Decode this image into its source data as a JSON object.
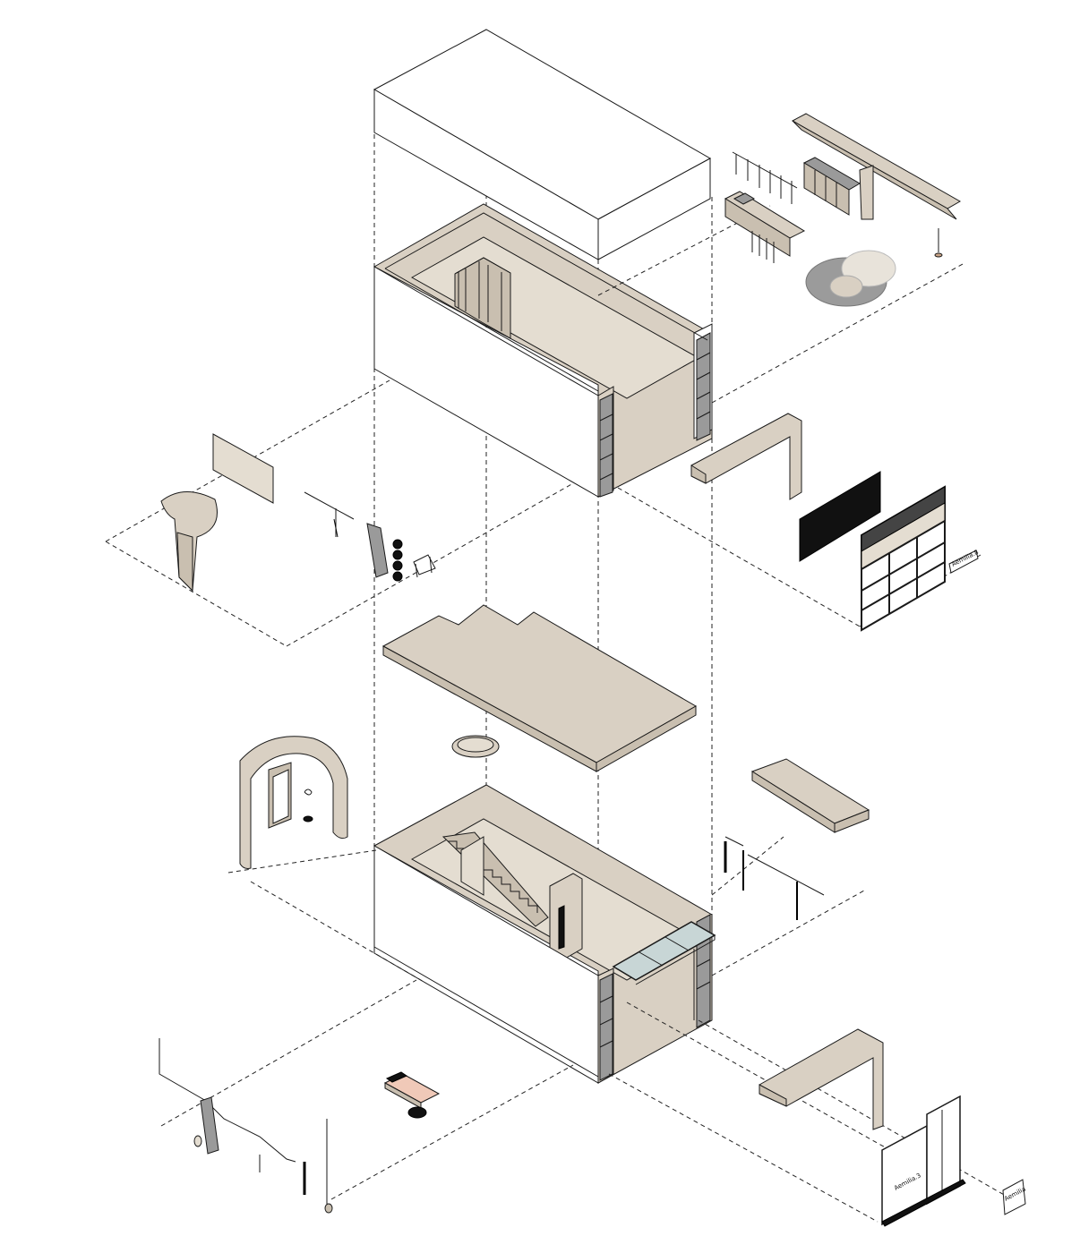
{
  "diagram": {
    "type": "exploded-axonometric",
    "colors": {
      "line": "#1a1a1a",
      "wall": "#ffffff",
      "plaster": "#d9d0c3",
      "stone": "#9a9a9a",
      "glass": "#c8d6d6",
      "dark": "#111111"
    },
    "upper_sign_text": "Aemilia.8",
    "lower_sign_text": "Aemilia",
    "door_text": "Aemilia.3"
  }
}
